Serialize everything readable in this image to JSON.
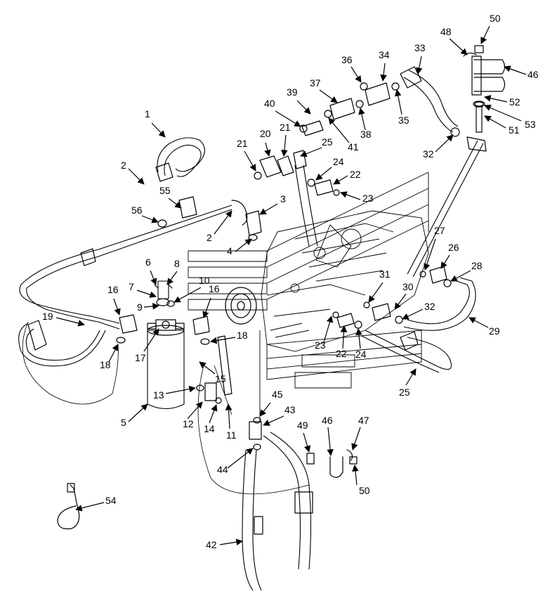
{
  "callouts": [
    {
      "id": "1",
      "label": "1"
    },
    {
      "id": "2a",
      "label": "2"
    },
    {
      "id": "2b",
      "label": "2"
    },
    {
      "id": "3",
      "label": "3"
    },
    {
      "id": "4",
      "label": "4"
    },
    {
      "id": "5",
      "label": "5"
    },
    {
      "id": "6",
      "label": "6"
    },
    {
      "id": "7",
      "label": "7"
    },
    {
      "id": "8",
      "label": "8"
    },
    {
      "id": "9",
      "label": "9"
    },
    {
      "id": "10",
      "label": "10"
    },
    {
      "id": "11",
      "label": "11"
    },
    {
      "id": "12",
      "label": "12"
    },
    {
      "id": "13",
      "label": "13"
    },
    {
      "id": "14",
      "label": "14"
    },
    {
      "id": "15",
      "label": "15"
    },
    {
      "id": "16a",
      "label": "16"
    },
    {
      "id": "16b",
      "label": "16"
    },
    {
      "id": "17",
      "label": "17"
    },
    {
      "id": "18a",
      "label": "18"
    },
    {
      "id": "18b",
      "label": "18"
    },
    {
      "id": "19",
      "label": "19"
    },
    {
      "id": "20",
      "label": "20"
    },
    {
      "id": "21a",
      "label": "21"
    },
    {
      "id": "21b",
      "label": "21"
    },
    {
      "id": "22a",
      "label": "22"
    },
    {
      "id": "22b",
      "label": "22"
    },
    {
      "id": "23a",
      "label": "23"
    },
    {
      "id": "23b",
      "label": "23"
    },
    {
      "id": "24a",
      "label": "24"
    },
    {
      "id": "24b",
      "label": "24"
    },
    {
      "id": "25a",
      "label": "25"
    },
    {
      "id": "25b",
      "label": "25"
    },
    {
      "id": "26",
      "label": "26"
    },
    {
      "id": "27",
      "label": "27"
    },
    {
      "id": "28",
      "label": "28"
    },
    {
      "id": "29",
      "label": "29"
    },
    {
      "id": "30",
      "label": "30"
    },
    {
      "id": "31",
      "label": "31"
    },
    {
      "id": "32a",
      "label": "32"
    },
    {
      "id": "32b",
      "label": "32"
    },
    {
      "id": "33",
      "label": "33"
    },
    {
      "id": "34",
      "label": "34"
    },
    {
      "id": "35",
      "label": "35"
    },
    {
      "id": "36",
      "label": "36"
    },
    {
      "id": "37",
      "label": "37"
    },
    {
      "id": "38",
      "label": "38"
    },
    {
      "id": "39",
      "label": "39"
    },
    {
      "id": "40",
      "label": "40"
    },
    {
      "id": "41",
      "label": "41"
    },
    {
      "id": "42",
      "label": "42"
    },
    {
      "id": "43",
      "label": "43"
    },
    {
      "id": "44",
      "label": "44"
    },
    {
      "id": "45",
      "label": "45"
    },
    {
      "id": "46a",
      "label": "46"
    },
    {
      "id": "46b",
      "label": "46"
    },
    {
      "id": "47",
      "label": "47"
    },
    {
      "id": "48",
      "label": "48"
    },
    {
      "id": "49",
      "label": "49"
    },
    {
      "id": "50a",
      "label": "50"
    },
    {
      "id": "50b",
      "label": "50"
    },
    {
      "id": "51",
      "label": "51"
    },
    {
      "id": "52",
      "label": "52"
    },
    {
      "id": "53",
      "label": "53"
    },
    {
      "id": "54",
      "label": "54"
    },
    {
      "id": "55",
      "label": "55"
    },
    {
      "id": "56",
      "label": "56"
    }
  ]
}
